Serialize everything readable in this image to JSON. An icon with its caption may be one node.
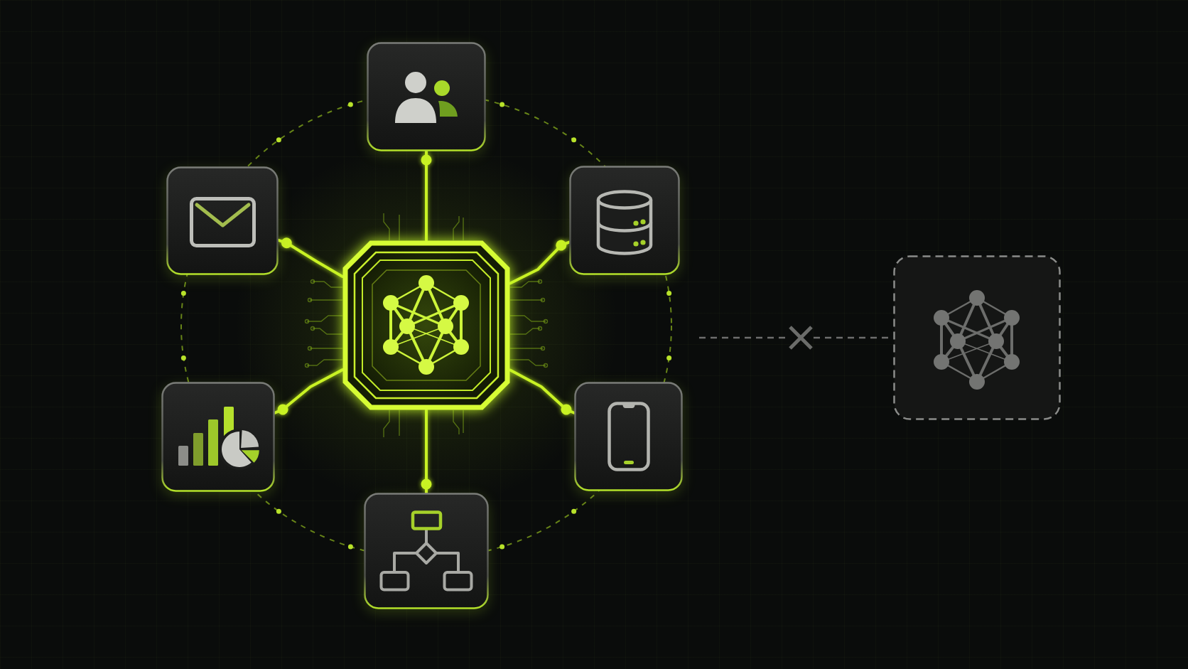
{
  "diagram": {
    "nodes": [
      {
        "text": [],
        "shape": "box"
      },
      {
        "text": [],
        "shape": "box"
      },
      {
        "text": [],
        "shape": "box"
      },
      {
        "text": [],
        "shape": "octagon"
      },
      {
        "text": [],
        "shape": "cross"
      },
      {
        "text": [],
        "shape": "box"
      },
      {
        "text": [],
        "shape": "box"
      },
      {
        "text": [],
        "shape": "box"
      },
      {
        "text": [],
        "shape": "box"
      }
    ],
    "edges": [
      {
        "from": 3,
        "to": 0,
        "arrow": "other"
      },
      {
        "from": 3,
        "to": 2,
        "arrow": "other"
      },
      {
        "from": 3,
        "to": 7,
        "arrow": "other"
      },
      {
        "from": 3,
        "to": 8,
        "arrow": "other"
      },
      {
        "from": 3,
        "to": 6,
        "arrow": "other"
      },
      {
        "from": 3,
        "to": 1,
        "arrow": "other"
      },
      {
        "from": null,
        "to": 4,
        "arrow": "none",
        "style": "dashed",
        "color": "#6e6e6e"
      },
      {
        "from": 4,
        "to": 5,
        "arrow": "none",
        "style": "dashed",
        "color": "#6e6e6e"
      }
    ]
  }
}
